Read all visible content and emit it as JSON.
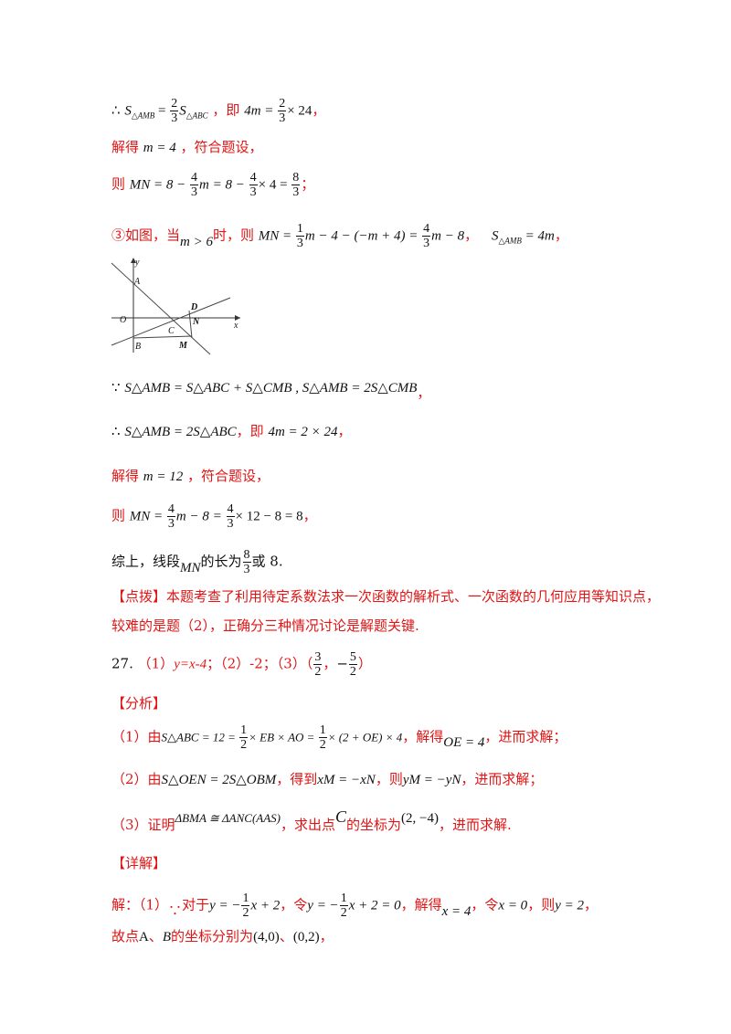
{
  "l1": {
    "therefore": "∴",
    "s_amb": "S",
    "sub_amb": "△AMB",
    "eq": " = ",
    "s_abc": "S",
    "sub_abc": "△ABC",
    "ji": "，即",
    "eq2": "4m = ",
    "times24": "× 24",
    "comma": "，"
  },
  "l2": {
    "prefix": "解得",
    "math": "m = 4",
    "suffix": "，符合题设，"
  },
  "l3": {
    "prefix": "则",
    "math1": "MN = 8 − ",
    "math2": "m = 8 − ",
    "math3": "× 4 = ",
    "suffix": "；"
  },
  "l4": {
    "prefix": "③如图，当",
    "cond": "m > 6",
    "mid": "时，则",
    "math1": "MN = ",
    "math2": "m − 4 − (−m + 4) = ",
    "math3": "m − 8",
    "comma": "，",
    "s": "S",
    "sub": "△AMB",
    "eq": " = 4m",
    "end": "，"
  },
  "fig": {
    "y": "y",
    "x": "x",
    "A": "A",
    "O": "O",
    "D": "D",
    "N": "N",
    "C": "C",
    "B": "B",
    "M": "M"
  },
  "l5": {
    "because": "∵",
    "text": "S△AMB = S△ABC + S△CMB , S△AMB = 2S△CMB",
    "end": "，"
  },
  "l6": {
    "therefore": "∴",
    "math": "S△AMB = 2S△ABC",
    "ji": "，即",
    "math2": "4m = 2 × 24",
    "end": "，"
  },
  "l7": {
    "prefix": "解得",
    "math": "m = 12",
    "suffix": "，符合题设，"
  },
  "l8": {
    "prefix": "则",
    "math1": "MN = ",
    "math2": "m − 8 = ",
    "math3": "× 12 − 8 = 8",
    "end": "，"
  },
  "l9": {
    "prefix": "综上，线段",
    "mn": "MN",
    "mid": "的长为",
    "suffix": "或 8."
  },
  "l10": {
    "text": "【点拨】本题考查了利用待定系数法求一次函数的解析式、一次函数的几何应用等知识点，"
  },
  "l11": {
    "text": "较难的是题（2），正确分三种情况讨论是解题关键."
  },
  "l12": {
    "num": "27.",
    "p1": "（1）",
    "a1": "y=x-4",
    "p2": "；（2）-2；（3）（",
    "comma": "，",
    "minus": "−",
    "end": "）"
  },
  "l13": {
    "text": "【分析】"
  },
  "l14": {
    "prefix": "（1）由",
    "math1": "S△ABC = 12 = ",
    "math2": "× EB × AO = ",
    "math3": "× (2 + OE) × 4",
    "mid": "，解得",
    "math4": "OE = 4",
    "suffix": "，进而求解；"
  },
  "l15": {
    "prefix": "（2）由",
    "math1": "S△OEN = 2S△OBM",
    "mid1": "，得到",
    "math2": "xM = −xN",
    "mid2": "，则",
    "math3": "yM = −yN",
    "suffix": "，进而求解；"
  },
  "l16": {
    "prefix": "（3）证明",
    "math1": "ΔBMA ≅ ΔANC(AAS)",
    "mid1": "，求出点",
    "math2": "C",
    "mid2": "的坐标为",
    "math3": "(2, −4)",
    "suffix": "，进而求解."
  },
  "l17": {
    "text": "【详解】"
  },
  "l18": {
    "prefix": "解：（1）",
    "because": "∵",
    "mid1": "对于",
    "math1": "y = −",
    "math1b": "x + 2",
    "mid2": "，令",
    "math2": "y = −",
    "math2b": "x + 2 = 0",
    "mid3": "，解得",
    "math3": "x = 4",
    "mid4": "，令",
    "math4": "x = 0",
    "mid5": "，则",
    "math5": "y = 2",
    "end": "，"
  },
  "l19": {
    "prefix": "故点",
    "a": "A",
    "sep": "、",
    "b": "B",
    "mid": "的坐标分别为",
    "c1": "(4,0)",
    "sep2": "、",
    "c2": "(0,2)",
    "end": "，"
  },
  "fracs": {
    "two": "2",
    "three": "3",
    "four": "4",
    "eight": "8",
    "one": "1",
    "five": "5"
  }
}
